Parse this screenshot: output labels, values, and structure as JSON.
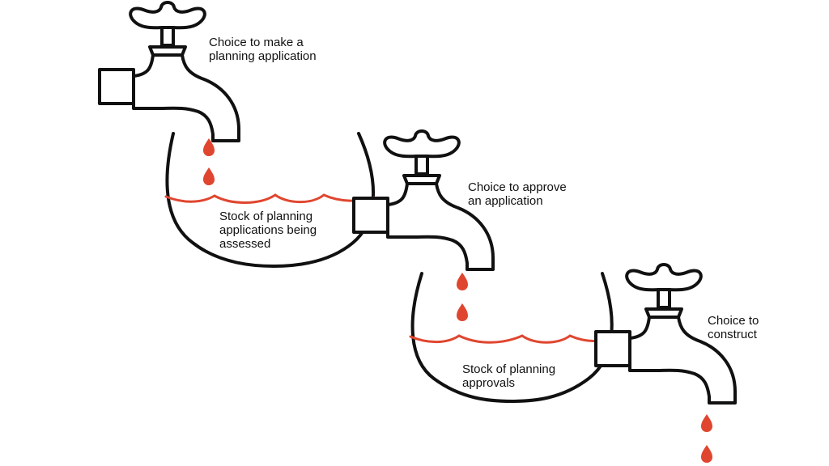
{
  "colors": {
    "ink": "#111111",
    "water": "#e0462f",
    "background": "#ffffff"
  },
  "icons": [
    "tap-icon",
    "pot-icon",
    "water-drop-icon"
  ],
  "taps": [
    {
      "label": "Choice to make a\nplanning application"
    },
    {
      "label": "Choice to approve\nan application"
    },
    {
      "label": "Choice to\nconstruct"
    }
  ],
  "pots": [
    {
      "label": "Stock of planning\napplications being\nassessed"
    },
    {
      "label": "Stock of planning\napprovals"
    }
  ]
}
